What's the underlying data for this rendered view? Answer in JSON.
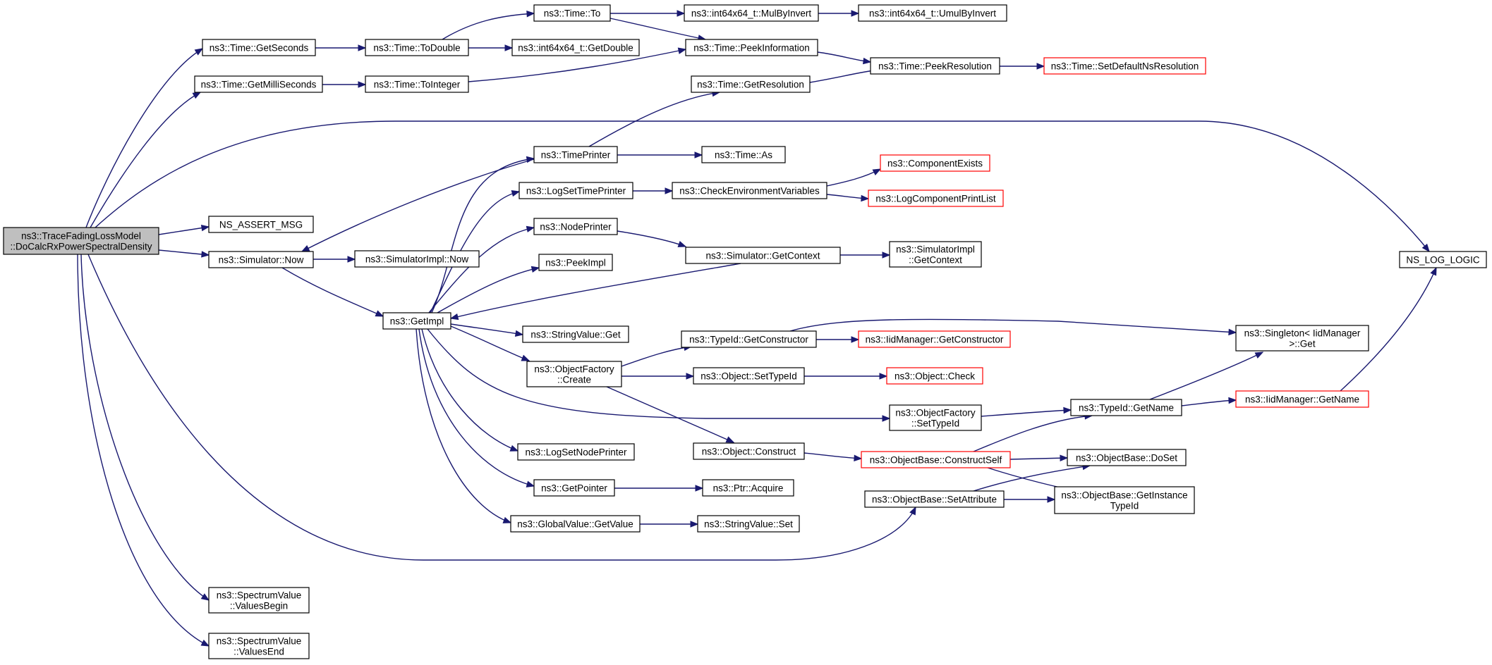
{
  "colors": {
    "edge": "#191970",
    "node_border": "#000000",
    "partial_node_border": "#ff0000",
    "root_fill": "#bfbfbf",
    "background": "#ffffff"
  },
  "nodes": {
    "root": [
      "ns3::TraceFadingLossModel",
      "::DoCalcRxPowerSpectralDensity"
    ],
    "time_getseconds": [
      "ns3::Time::GetSeconds"
    ],
    "time_getmilliseconds": [
      "ns3::Time::GetMilliSeconds"
    ],
    "ns_assert_msg": [
      "NS_ASSERT_MSG"
    ],
    "simulator_now": [
      "ns3::Simulator::Now"
    ],
    "spectrum_valuesbegin": [
      "ns3::SpectrumValue",
      "::ValuesBegin"
    ],
    "spectrum_valuesend": [
      "ns3::SpectrumValue",
      "::ValuesEnd"
    ],
    "time_todouble": [
      "ns3::Time::ToDouble"
    ],
    "time_tointeger": [
      "ns3::Time::ToInteger"
    ],
    "simulatorimpl_now": [
      "ns3::SimulatorImpl::Now"
    ],
    "getimpl": [
      "ns3::GetImpl"
    ],
    "time_to": [
      "ns3::Time::To"
    ],
    "int64_getdouble": [
      "ns3::int64x64_t::GetDouble"
    ],
    "timeprinter": [
      "ns3::TimePrinter"
    ],
    "logsettimeprinter": [
      "ns3::LogSetTimePrinter"
    ],
    "nodeprinter": [
      "ns3::NodePrinter"
    ],
    "peekimpl": [
      "ns3::PeekImpl"
    ],
    "stringvalue_get": [
      "ns3::StringValue::Get"
    ],
    "objectfactory_create": [
      "ns3::ObjectFactory",
      "::Create"
    ],
    "logsetnodeprinter": [
      "ns3::LogSetNodePrinter"
    ],
    "getpointer": [
      "ns3::GetPointer"
    ],
    "globalvalue_getvalue": [
      "ns3::GlobalValue::GetValue"
    ],
    "int64_mulbyinvert": [
      "ns3::int64x64_t::MulByInvert"
    ],
    "time_peekinformation": [
      "ns3::Time::PeekInformation"
    ],
    "time_getresolution": [
      "ns3::Time::GetResolution"
    ],
    "time_as": [
      "ns3::Time::As"
    ],
    "checkenvvars": [
      "ns3::CheckEnvironmentVariables"
    ],
    "simulator_getcontext": [
      "ns3::Simulator::GetContext"
    ],
    "typeid_getconstructor": [
      "ns3::TypeId::GetConstructor"
    ],
    "object_settypeid": [
      "ns3::Object::SetTypeId"
    ],
    "object_construct": [
      "ns3::Object::Construct"
    ],
    "ptr_acquire": [
      "ns3::Ptr::Acquire"
    ],
    "stringvalue_set": [
      "ns3::StringValue::Set"
    ],
    "objectbase_setattribute": [
      "ns3::ObjectBase::SetAttribute"
    ],
    "int64_umulbyinvert": [
      "ns3::int64x64_t::UmulByInvert"
    ],
    "time_peekresolution": [
      "ns3::Time::PeekResolution"
    ],
    "componentexists": [
      "ns3::ComponentExists"
    ],
    "logcomponentprintlist": [
      "ns3::LogComponentPrintList"
    ],
    "simulatorimpl_getcontext": [
      "ns3::SimulatorImpl",
      "::GetContext"
    ],
    "iidmanager_getconstructor": [
      "ns3::IidManager::GetConstructor"
    ],
    "object_check": [
      "ns3::Object::Check"
    ],
    "objectfactory_settypeid": [
      "ns3::ObjectFactory",
      "::SetTypeId"
    ],
    "objectbase_constructself": [
      "ns3::ObjectBase::ConstructSelf"
    ],
    "time_setdefaultnsresolution": [
      "ns3::Time::SetDefaultNsResolution"
    ],
    "singleton_get": [
      "ns3::Singleton< IidManager",
      " >::Get"
    ],
    "typeid_getname": [
      "ns3::TypeId::GetName"
    ],
    "objectbase_doset": [
      "ns3::ObjectBase::DoSet"
    ],
    "objectbase_getinstancetypeid": [
      "ns3::ObjectBase::GetInstance",
      "TypeId"
    ],
    "iidmanager_getname": [
      "ns3::IidManager::GetName"
    ],
    "ns_log_logic": [
      "NS_LOG_LOGIC"
    ]
  }
}
